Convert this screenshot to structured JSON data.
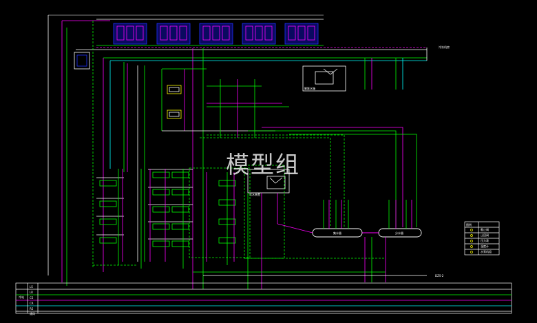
{
  "watermark": "模型组",
  "colors": {
    "background": "#000000",
    "supply": "#00ff00",
    "return": "#ff00ff",
    "cyan": "#00ffff",
    "white": "#ffffff",
    "blue": "#2030ff",
    "yellow": "#ffff00"
  },
  "labels": {
    "top_right": "冷冻机房",
    "bottom_right_drawing_no": "DZS-2",
    "left_header_1": "冷站",
    "left_header_2": "通风",
    "tank_left": "集水器",
    "tank_right": "分水器",
    "expansion_tank": "膨胀水箱",
    "softener": "软水装置"
  },
  "legend": {
    "title": "图例",
    "items": [
      {
        "symbol": "icon-valve",
        "text": "截止阀"
      },
      {
        "symbol": "icon-valve",
        "text": "止回阀"
      },
      {
        "symbol": "icon-meter",
        "text": "压力表"
      },
      {
        "symbol": "icon-meter",
        "text": "温度计"
      },
      {
        "symbol": "icon-pump",
        "text": "水泵机组"
      }
    ]
  },
  "bottom_rows": [
    "LS",
    "LR",
    "CS",
    "CR",
    "RS"
  ]
}
